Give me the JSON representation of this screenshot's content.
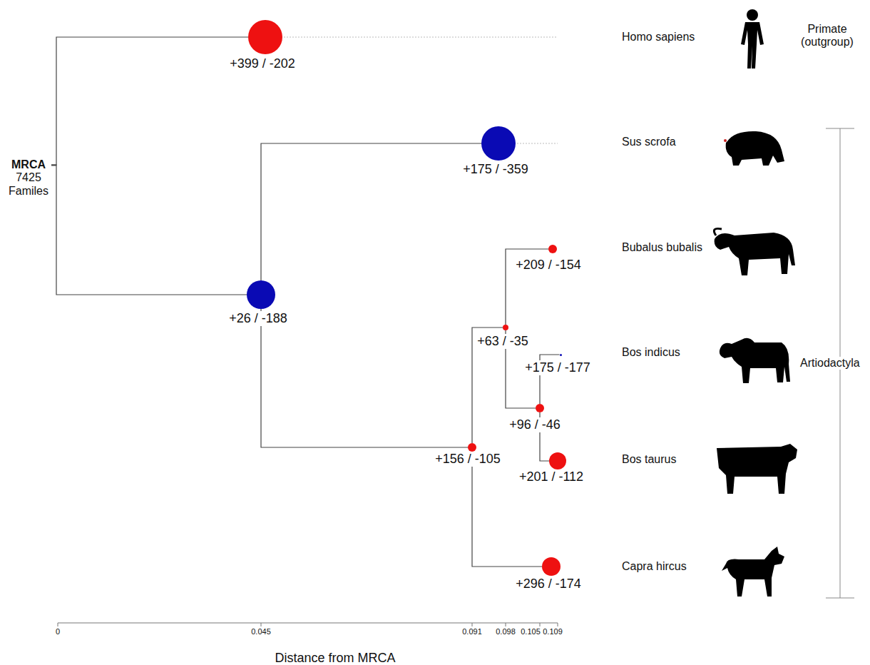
{
  "diagram": {
    "nodes": [
      {
        "text": [
          "MRCA",
          "7425 Familes"
        ]
      },
      {
        "text": [
          "+399 / -202"
        ]
      },
      {
        "text": [
          "+175 / -359"
        ]
      },
      {
        "text": [
          "+26 / -188"
        ]
      },
      {
        "text": [
          "+209 / -154"
        ]
      },
      {
        "text": [
          "+63 / -35"
        ]
      },
      {
        "text": [
          "+175 / -177"
        ]
      },
      {
        "text": [
          "+96 / -46"
        ]
      },
      {
        "text": [
          "+201 / -112"
        ]
      },
      {
        "text": [
          "+156 / -105"
        ]
      },
      {
        "text": [
          "+296 / -174"
        ]
      }
    ],
    "edges": [
      {
        "from": 0,
        "to": 1,
        "arrow": "none"
      },
      {
        "from": 0,
        "to": 3,
        "arrow": "none"
      },
      {
        "from": 3,
        "to": 2,
        "arrow": "none"
      },
      {
        "from": 3,
        "to": 9,
        "arrow": "none"
      },
      {
        "from": 9,
        "to": 5,
        "arrow": "none"
      },
      {
        "from": 5,
        "to": 4,
        "arrow": "none"
      },
      {
        "from": 5,
        "to": 7,
        "arrow": "none"
      },
      {
        "from": 7,
        "to": 6,
        "arrow": "none"
      },
      {
        "from": 7,
        "to": 8,
        "arrow": "none"
      },
      {
        "from": 9,
        "to": 10,
        "arrow": "none"
      }
    ],
    "labels": [
      "Homo sapiens",
      "Sus scrofa",
      "Bubalus bubalis",
      "Bos indicus",
      "Bos taurus",
      "Capra hircus",
      "Primate (outgroup)",
      "Artiodactyla",
      "0",
      "0.045",
      "0.091",
      "0.098",
      "0.105",
      "0.109",
      "Distance from MRCA"
    ]
  }
}
